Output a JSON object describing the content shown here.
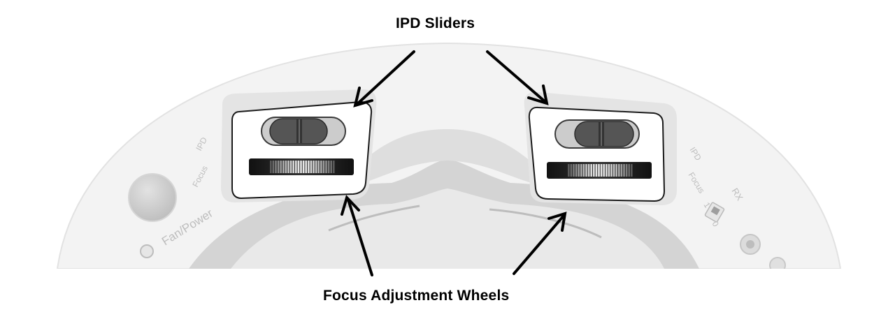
{
  "labels": {
    "ipd_sliders": "IPD Sliders",
    "focus_wheels": "Focus Adjustment Wheels"
  },
  "engravings": {
    "fan_power": "Fan/Power",
    "left_ipd": "IPD",
    "left_focus": "Focus",
    "right_ipd": "IPD",
    "right_focus": "Focus",
    "rx": "RX",
    "switch_on": "1",
    "switch_off": "0"
  },
  "colors": {
    "arrow": "#000000",
    "goggle_body": "#f2f2f2",
    "recess": "#e6e6e6",
    "face_cushion": "#cfcfcf",
    "slider_knob": "#555555",
    "panel": "#ffffff"
  }
}
